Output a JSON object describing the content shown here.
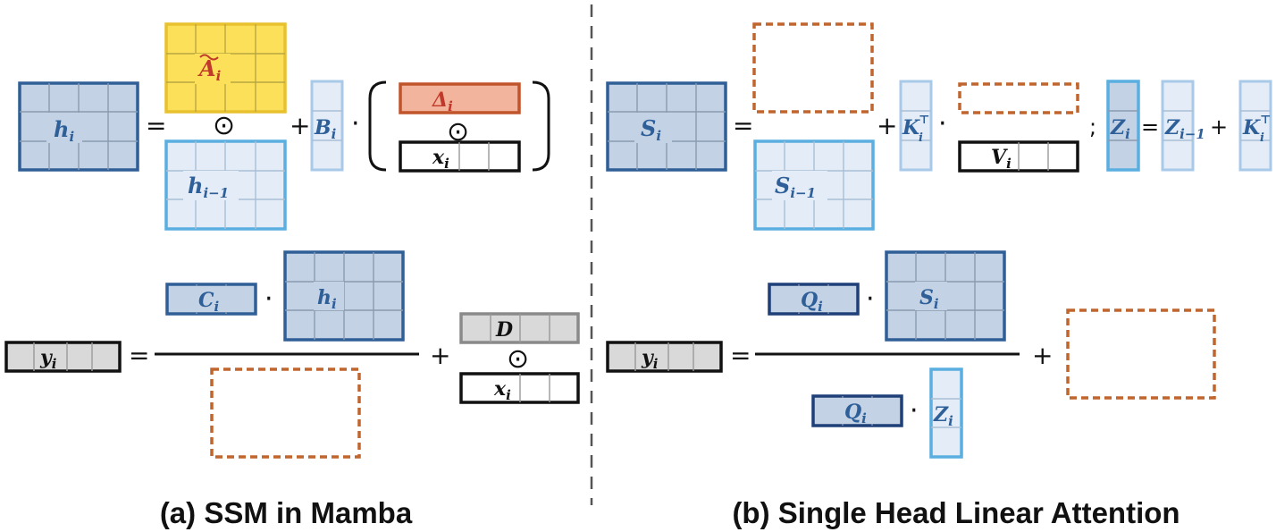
{
  "panel_a": {
    "caption": "(a) SSM in Mamba",
    "h_i": "h",
    "h_i_sub": "i",
    "A_i": "A",
    "A_i_sub": "i",
    "h_prev": "h",
    "h_prev_sub": "i−1",
    "B_i": "B",
    "B_i_sub": "i",
    "Delta_i": "Δ",
    "Delta_i_sub": "i",
    "x_i": "x",
    "x_i_sub": "i",
    "C_i": "C",
    "C_i_sub": "i",
    "h_i2": "h",
    "h_i2_sub": "i",
    "y_i": "y",
    "y_i_sub": "i",
    "D": "D",
    "x_i2": "x",
    "x_i2_sub": "i",
    "op_eq": "=",
    "op_plus": "+",
    "op_dot": "·",
    "op_hadamard": "⊙"
  },
  "panel_b": {
    "caption": "(b) Single Head Linear Attention",
    "S_i": "S",
    "S_i_sub": "i",
    "S_prev": "S",
    "S_prev_sub": "i−1",
    "K_i": "K",
    "K_i_sub": "i",
    "K_sup": "⊤",
    "V_i": "V",
    "V_i_sub": "i",
    "Z_i": "Z",
    "Z_i_sub": "i",
    "Z_prev": "Z",
    "Z_prev_sub": "i−1",
    "K_i2": "K",
    "K_i2_sub": "i",
    "K2_sup": "⊤",
    "Q_i": "Q",
    "Q_i_sub": "i",
    "S_i2": "S",
    "S_i2_sub": "i",
    "y_i": "y",
    "y_i_sub": "i",
    "Q_i2": "Q",
    "Q_i2_sub": "i",
    "Z_i2": "Z",
    "Z_i2_sub": "i",
    "op_semicolon": ";"
  },
  "colors": {
    "dark_blue_fill": "#c3d2e4",
    "dark_blue_stroke": "#2f5f96",
    "light_blue_fill": "#e3ecf7",
    "light_blue_stroke": "#5aaee0",
    "yellow_fill": "#fde05a",
    "yellow_stroke": "#e8c12e",
    "orange_fill": "#f2b49c",
    "orange_stroke": "#c0542a",
    "gray_fill": "#d9d9d9",
    "dashed_stroke": "#c0652e"
  }
}
